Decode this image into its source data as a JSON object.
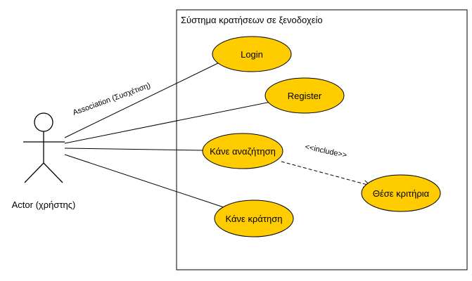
{
  "system": {
    "title": "Σύστημα κρατήσεων σε ξενοδοχείο",
    "border_color": "#000000"
  },
  "actor": {
    "label": "Actor (χρήστης)",
    "icon": "stick-figure-icon"
  },
  "association_label": "Association (Συσχέτιση)",
  "use_cases": {
    "login": "Login",
    "register": "Register",
    "search": "Κάνε αναζήτηση",
    "criteria": "Θέσε κριτήρια",
    "booking": "Κάνε κράτηση"
  },
  "include_label": "<<include>>",
  "colors": {
    "use_case_fill": "#FFCC00",
    "line": "#000000"
  }
}
